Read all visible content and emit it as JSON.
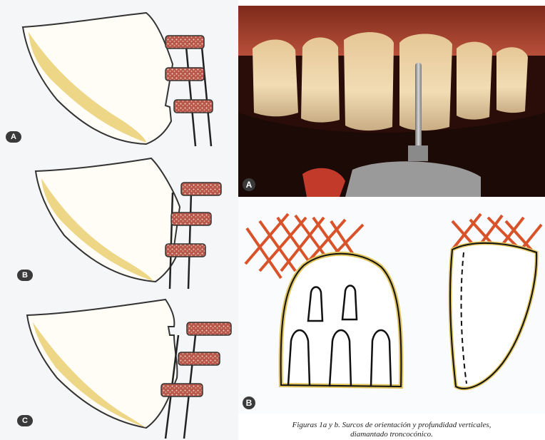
{
  "figure_letters": {
    "left_a": "A",
    "left_b": "B",
    "left_c": "C",
    "photo_a": "A",
    "drawing_b": "B"
  },
  "caption": {
    "line1": "Figuras 1a y b. Surcos de orientación y profundidad verticales,",
    "line2": "diamantado troncocónico."
  },
  "colors": {
    "gingiva_hatch": "#d9532a",
    "tooth_outline": "#111111",
    "enamel_yellow": "#e0c35a",
    "bur_red": "#9b3b2f",
    "badge_bg": "#3a3a3a"
  }
}
